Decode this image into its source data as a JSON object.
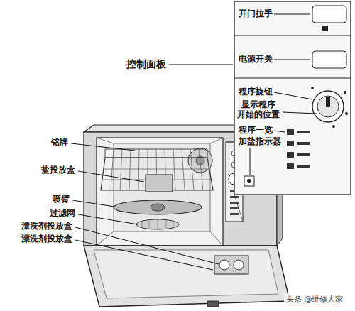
{
  "diagram": {
    "labels": [
      "开门拉手",
      "电源开关",
      "控制面板",
      "程序旋钮",
      "显示程序开始的位置",
      "程序一览",
      "加盐指示器",
      "铭牌",
      "盐投放盒",
      "喷臂",
      "过滤网",
      "漂洗剂投放盒",
      "漂洗剂投放盒",
      "头条 @维修人家"
    ]
  }
}
